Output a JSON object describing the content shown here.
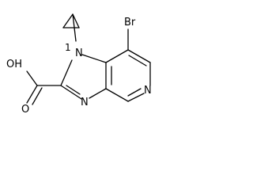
{
  "molecule": {
    "atoms": {
      "bromine": "Br",
      "n1": "N",
      "n1_locant": "1",
      "n3": "N",
      "pyridine_n": "N",
      "acid_oh": "OH",
      "acid_o": "O"
    }
  }
}
